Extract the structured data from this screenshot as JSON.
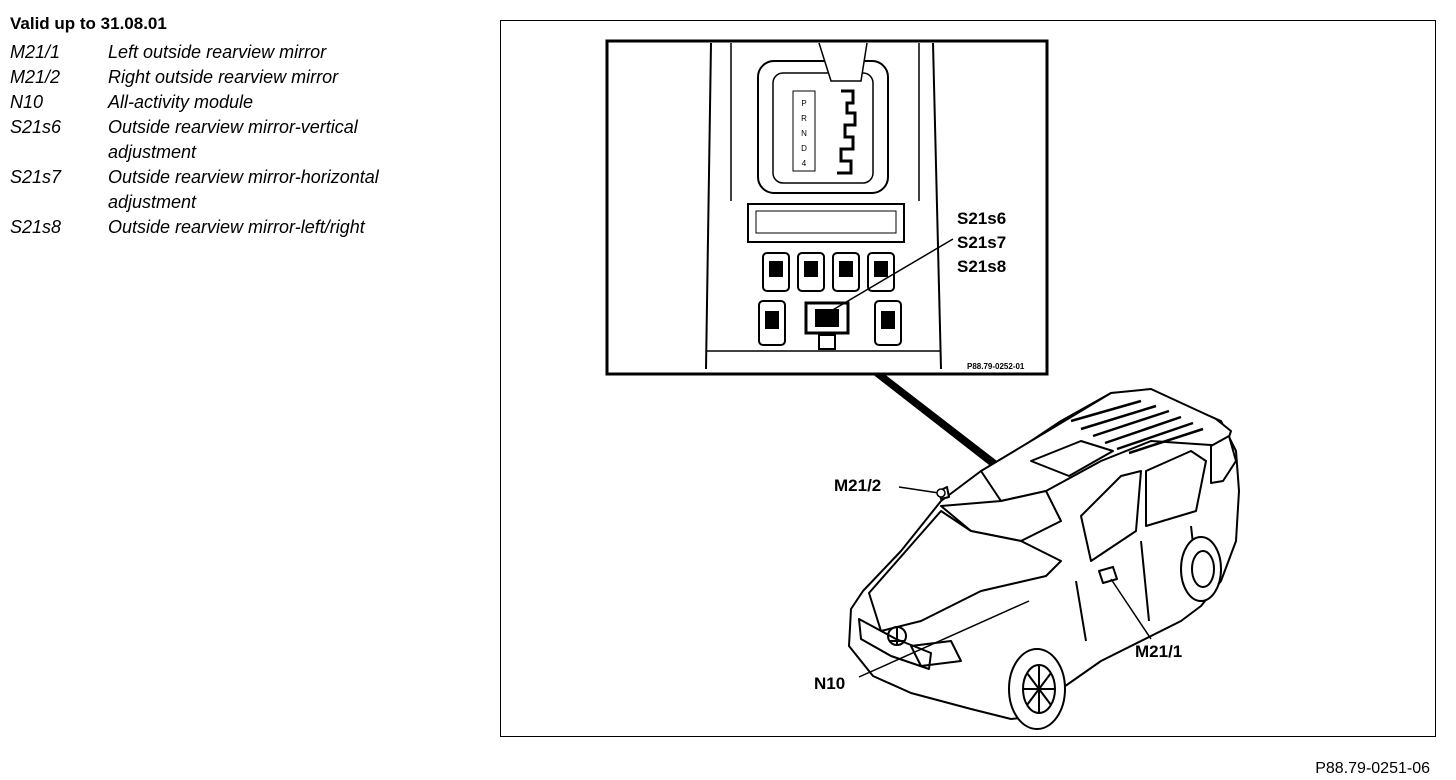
{
  "legend": {
    "title": "Valid up to 31.08.01",
    "items": [
      {
        "code": "M21/1",
        "desc": "Left outside rearview mirror"
      },
      {
        "code": "M21/2",
        "desc": "Right outside rearview mirror"
      },
      {
        "code": "N10",
        "desc": "All-activity module"
      },
      {
        "code": "S21s6",
        "desc": "Outside rearview mirror-vertical adjustment"
      },
      {
        "code": "S21s7",
        "desc": "Outside rearview mirror-horizontal adjustment"
      },
      {
        "code": "S21s8",
        "desc": "Outside rearview mirror-left/right"
      }
    ]
  },
  "diagram": {
    "callouts": {
      "s21s6": "S21s6",
      "s21s7": "S21s7",
      "s21s8": "S21s8",
      "m21_2": "M21/2",
      "m21_1": "M21/1",
      "n10": "N10"
    },
    "inset_id": "P88.79-0252-01",
    "figure_id": "P88.79-0251-06"
  }
}
